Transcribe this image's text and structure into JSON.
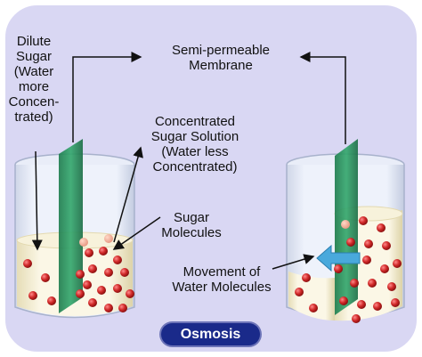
{
  "labels": {
    "dilute": [
      "Dilute",
      "Sugar",
      "(Water",
      "more",
      "Concen-",
      "trated)"
    ],
    "membrane": [
      "Semi-permeable",
      "Membrane"
    ],
    "concentrated": [
      "Concentrated",
      "Sugar Solution",
      "(Water less",
      "Concentrated)"
    ],
    "sugar": [
      "Sugar",
      "Molecules"
    ],
    "movement": [
      "Movement of",
      "Water Molecules"
    ]
  },
  "caption": "Osmosis",
  "colors": {
    "background_panel": "#d9d7f3",
    "panel_border": "#ffffff",
    "solution": "#f6f1d7",
    "membrane": "#2e9a63",
    "sugar_molecule": "#d12a2a",
    "water_arrow": "#49a9dc",
    "caption_bg": "#1a2a8a"
  }
}
